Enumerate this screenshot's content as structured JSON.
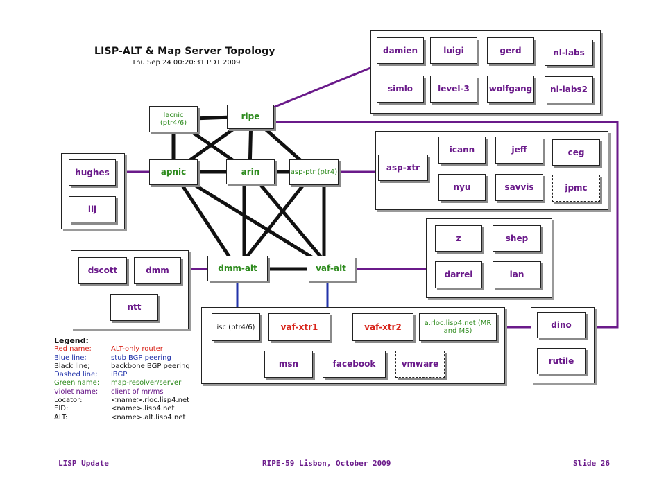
{
  "title": "LISP-ALT & Map Server Topology",
  "date": "Thu Sep 24 00:20:31 PDT 2009",
  "core": {
    "lacnic": "lacnic (ptr4/6)",
    "ripe": "ripe",
    "apnic": "apnic",
    "arin": "arin",
    "asp_ptr": "asp-ptr (ptr4)",
    "dmm_alt": "dmm-alt",
    "vaf_alt": "vaf-alt"
  },
  "top_right": [
    "damien",
    "luigi",
    "gerd",
    "nl-labs",
    "simlo",
    "level-3",
    "wolfgang",
    "nl-labs2"
  ],
  "asp_group": {
    "asp_xtr": "asp-xtr",
    "icann": "icann",
    "jeff": "jeff",
    "ceg": "ceg",
    "nyu": "nyu",
    "savvis": "savvis",
    "jpmc": "jpmc"
  },
  "mid_right": [
    "z",
    "shep",
    "darrel",
    "ian"
  ],
  "left_top": [
    "hughes",
    "iij"
  ],
  "left_mid": [
    "dscott",
    "dmm",
    "ntt"
  ],
  "bottom": {
    "isc": "isc (ptr4/6)",
    "vaf_xtr1": "vaf-xtr1",
    "vaf_xtr2": "vaf-xtr2",
    "arloc": "a.rloc.lisp4.net (MR and MS)",
    "msn": "msn",
    "facebook": "facebook",
    "vmware": "vmware"
  },
  "dino_group": [
    "dino",
    "rutile"
  ],
  "legend": {
    "title": "Legend:",
    "rows": [
      {
        "key": "Red name;",
        "value": "ALT-only router",
        "color": "#d8241a"
      },
      {
        "key": "Blue line;",
        "value": "stub BGP peering",
        "color": "#2233aa"
      },
      {
        "key": "Black line;",
        "value": "backbone BGP peering",
        "color": "#111111"
      },
      {
        "key": "Dashed line;",
        "value": "iBGP",
        "color": "#2233aa"
      },
      {
        "key": "Green name;",
        "value": "map-resolver/server",
        "color": "#2e8b1e"
      },
      {
        "key": "Violet name;",
        "value": "client of mr/ms",
        "color": "#6a1a8a"
      },
      {
        "key": "Locator:",
        "value": "<name>.rloc.lisp4.net",
        "color": "#111111"
      },
      {
        "key": "EID:",
        "value": "<name>.lisp4.net",
        "color": "#111111"
      },
      {
        "key": "ALT:",
        "value": "<name>.alt.lisp4.net",
        "color": "#111111"
      }
    ]
  },
  "footer": {
    "left": "LISP Update",
    "center": "RIPE-59 Lisbon, October 2009",
    "right": "Slide 26"
  },
  "colors": {
    "violet": "#6a1a8a",
    "green": "#2e8b1e",
    "red": "#d8241a",
    "blue": "#2233aa",
    "black": "#111111"
  }
}
